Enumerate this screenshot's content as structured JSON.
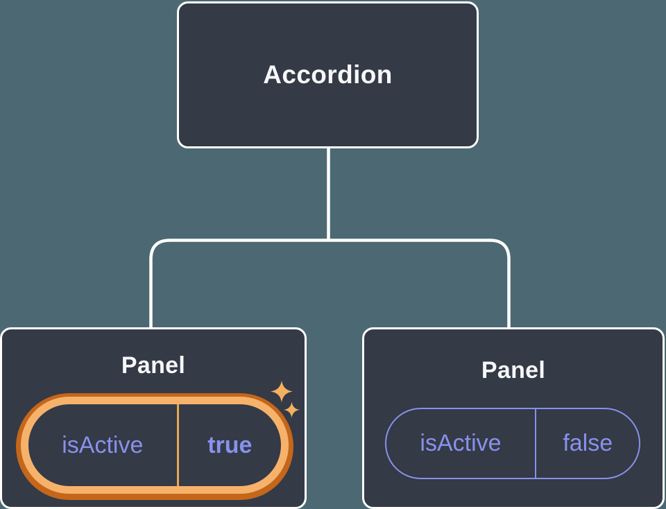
{
  "diagram": {
    "root": {
      "label": "Accordion"
    },
    "panels": [
      {
        "title": "Panel",
        "prop": {
          "name": "isActive",
          "value": "true"
        },
        "highlighted": true
      },
      {
        "title": "Panel",
        "prop": {
          "name": "isActive",
          "value": "false"
        },
        "highlighted": false
      }
    ]
  },
  "icons": {
    "sparkle": "sparkle-icon"
  },
  "colors": {
    "background": "#4C6973",
    "node_bg": "#343A46",
    "node_border": "#FFFFFF",
    "title_text": "#F6F7F9",
    "prop_text": "#8891EC",
    "prop_border": "#8891EC",
    "highlight_gold": "#F6B26B",
    "highlight_orange": "#C4661B",
    "highlight_divider": "#E9A852",
    "sparkle": "#F3B15F"
  }
}
